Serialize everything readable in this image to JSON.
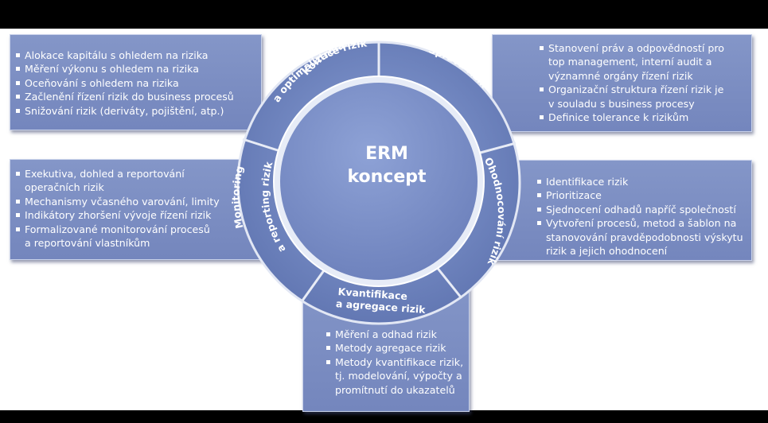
{
  "center": {
    "line1": "ERM",
    "line2": "koncept"
  },
  "segments": {
    "kontrola": {
      "line1": "Kontrola",
      "line2": "a  optimalizace rizik"
    },
    "sprava": {
      "line1": "Správa rizik"
    },
    "ohodnoceni": {
      "line1": "Ohodnocování rizik"
    },
    "kvantifikace": {
      "line1": "Kvantifikace",
      "line2": "a agregace rizik"
    },
    "monitoring": {
      "line1": "Monitoring",
      "line2": "a reporting rizik"
    }
  },
  "boxes": {
    "top_left": [
      "Alokace kapitálu s ohledem na rizika",
      "Měření výkonu  s ohledem na rizika",
      "Oceňování s ohledem na rizika",
      "Začlenění  řízení rizik do business procesů",
      "Snižování rizik (deriváty, pojištění, atp.)"
    ],
    "top_right": [
      "Stanovení práv a odpovědností pro",
      "top management, interní audit a",
      "významné orgány řízení rizik",
      "Organizační struktura řízení rizik je",
      "v souladu s business procesy",
      "Definice tolerance k rizikům"
    ],
    "middle_left": [
      "Exekutiva, dohled a reportování",
      "operačních rizik",
      "Mechanismy včasného varování, limity",
      "Indikátory zhoršení vývoje řízení rizik",
      "Formalizované monitorování procesů",
      "a reportování vlastníkům"
    ],
    "middle_right": [
      "Identifikace rizik",
      "Prioritizace",
      "Sjednocení odhadů napříč společností",
      "Vytvoření procesů, metod a šablon na",
      "stanovování pravděpodobnosti výskytu",
      "rizik  a jejich ohodnocení"
    ],
    "bottom": [
      "Měření a odhad rizik",
      "Metody agregace rizik",
      "Metody kvantifikace rizik,",
      "tj. modelování, výpočty a",
      "promítnutí do ukazatelů"
    ]
  },
  "bullet_flags": {
    "top_left": [
      1,
      1,
      1,
      1,
      1
    ],
    "top_right": [
      1,
      0,
      0,
      1,
      0,
      1
    ],
    "middle_left": [
      1,
      0,
      1,
      1,
      1,
      0
    ],
    "middle_right": [
      1,
      1,
      1,
      1,
      0,
      0
    ],
    "bottom": [
      1,
      1,
      1,
      0,
      0
    ]
  },
  "colors": {
    "box_fill": "#7f91c4",
    "ring_fill": "#6f84be",
    "center_fill": "#7c8fc6",
    "background": "#000000"
  }
}
